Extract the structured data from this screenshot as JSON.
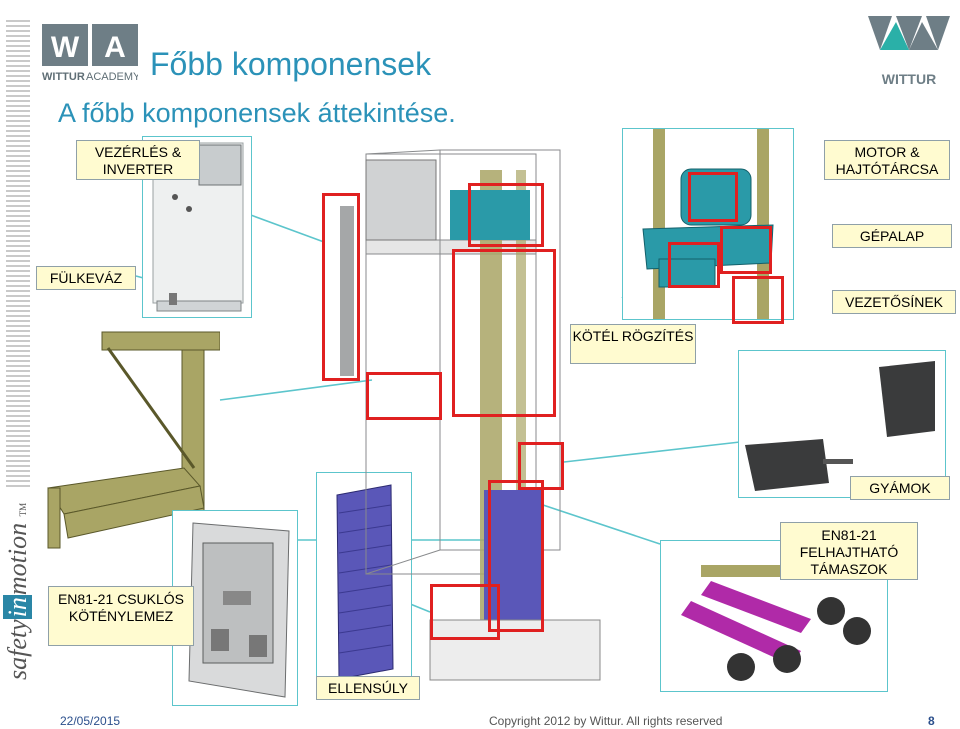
{
  "sidebar": {
    "text_pre": "safety",
    "text_hl": "in",
    "text_post": "motion",
    "tm": "TM"
  },
  "header": {
    "logo_left_letters": "WA",
    "logo_left_caption_bold": "WITTUR",
    "logo_left_caption": "ACADEMY",
    "title": "Főbb komponensek",
    "subtitle": "A főbb komponensek áttekintése.",
    "logo_right_text": "WITTUR"
  },
  "labels": {
    "vezerles": "VEZÉRLÉS & INVERTER",
    "fulkevaz": "FÜLKEVÁZ",
    "motor": "MOTOR & HAJTÓTÁRCSA",
    "gepalap": "GÉPALAP",
    "vezetosinek": "VEZETŐSÍNEK",
    "kotel": "KÖTÉL RÖGZÍTÉS",
    "gyamok": "GYÁMOK",
    "felhajthato": "EN81-21 FELHAJTHATÓ TÁMASZOK",
    "csuklos": "EN81-21 CSUKLÓS KÖTÉNYLEMEZ",
    "ellensuly": "ELLENSÚLY"
  },
  "footer": {
    "date": "22/05/2015",
    "copyright": "Copyright 2012 by Wittur. All rights reserved",
    "page": "8"
  },
  "colors": {
    "title": "#2b92b8",
    "label_bg": "#fffbd0",
    "highlight_red": "#e02020",
    "connector": "#5cc5cc",
    "frame_olive": "#8a8a3a",
    "motor_teal": "#2a9aa8",
    "counterweight_blue": "#5a57b8",
    "buffer_magenta": "#b02aa8"
  }
}
